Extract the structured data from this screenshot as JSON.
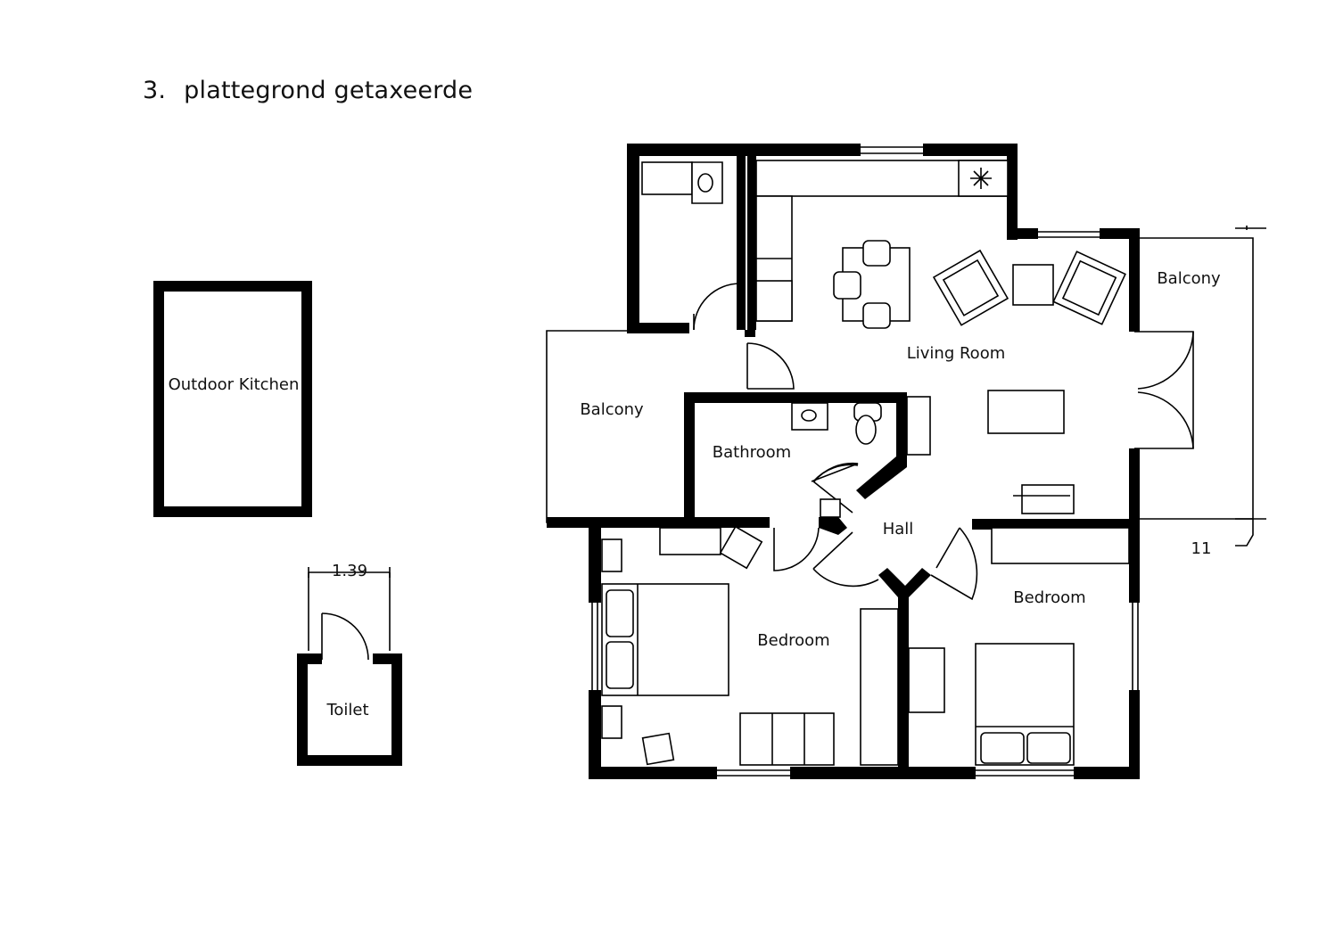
{
  "title": {
    "number": "3.",
    "text": "plattegrond getaxeerde"
  },
  "rooms": {
    "outdoor_kitchen": "Outdoor Kitchen",
    "toilet": "Toilet",
    "balcony_left": "Balcony",
    "balcony_right": "Balcony",
    "living_room": "Living Room",
    "bathroom": "Bathroom",
    "hall": "Hall",
    "bedroom_left": "Bedroom",
    "bedroom_right": "Bedroom"
  },
  "dimensions": {
    "toilet_width": "1.39",
    "balcony_mark": "11"
  }
}
